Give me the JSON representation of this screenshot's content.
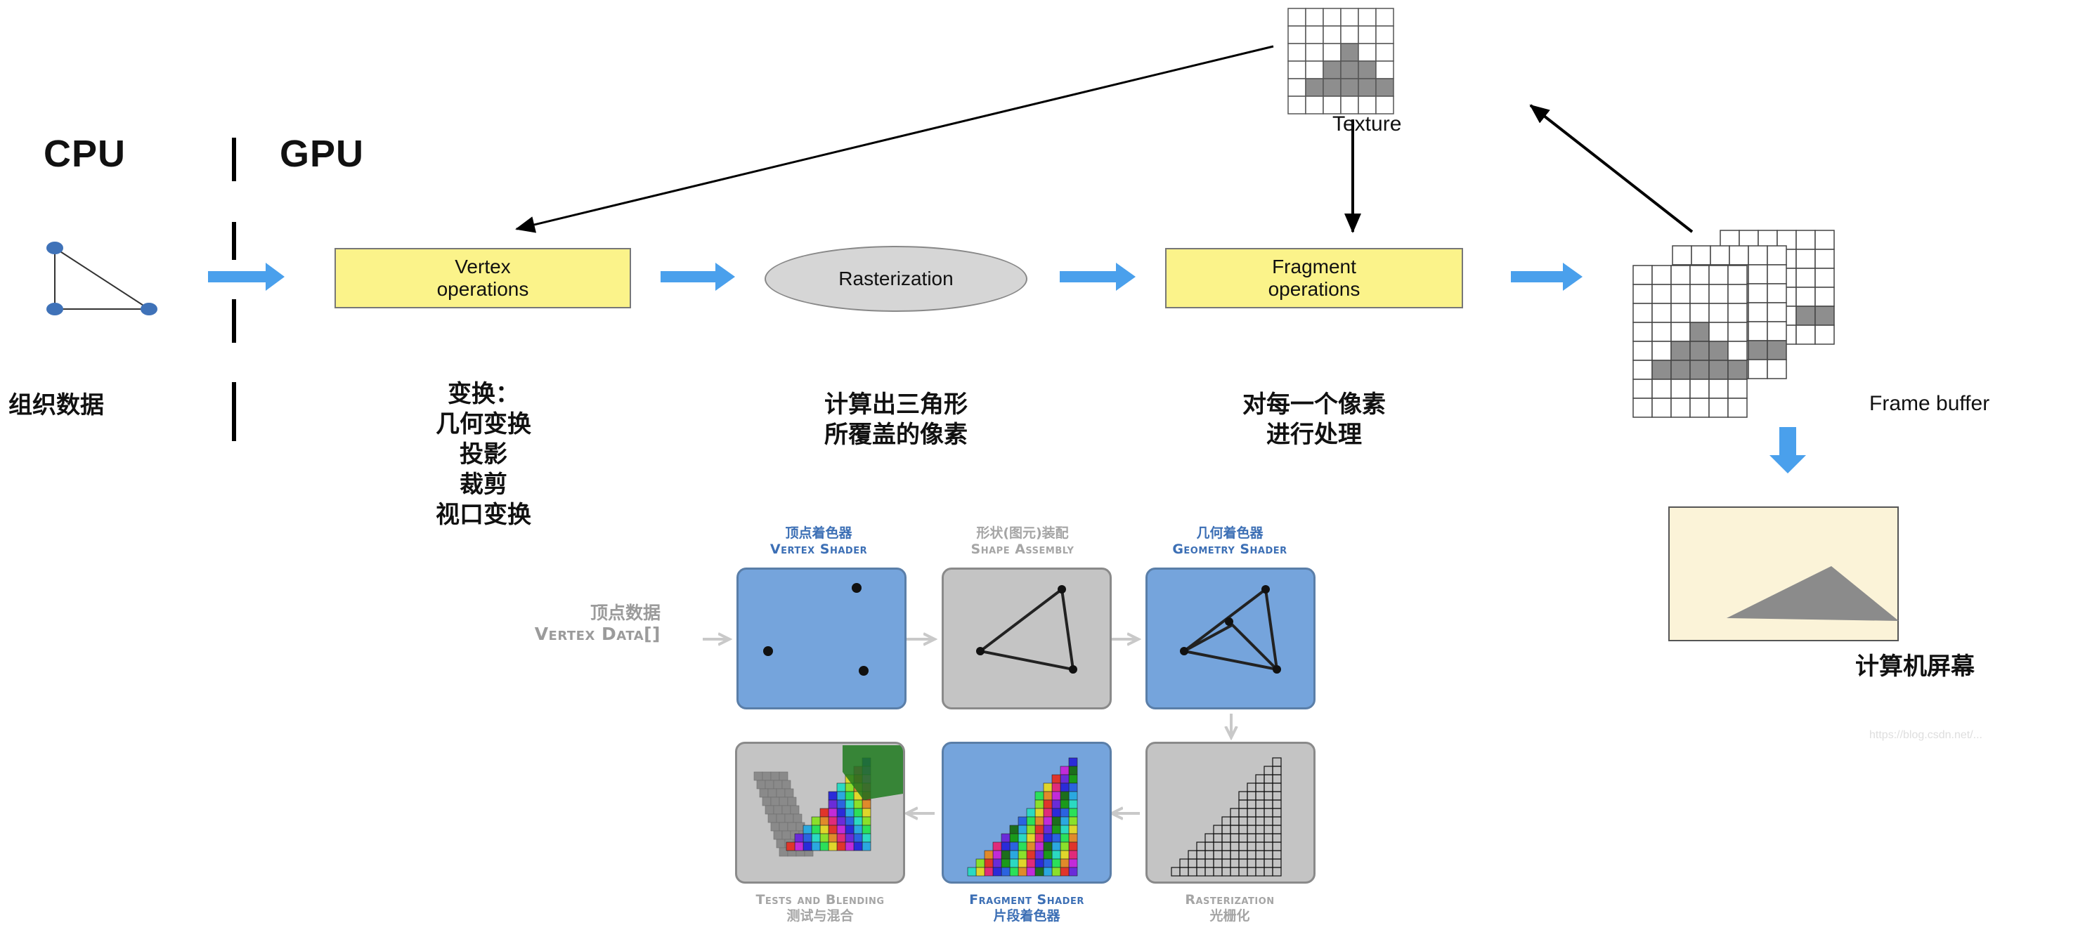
{
  "header": {
    "cpu": "CPU",
    "gpu": "GPU"
  },
  "cpu_side": {
    "label": "组织数据"
  },
  "pipeline": {
    "vertex_box": "Vertex\noperations",
    "vertex_desc": "变换：\n几何变换\n投影\n裁剪\n视口变换",
    "raster_box": "Rasterization",
    "raster_desc": "计算出三角形\n所覆盖的像素",
    "fragment_box": "Fragment\noperations",
    "fragment_desc": "对每一个像素\n进行处理"
  },
  "texture": {
    "label": "Texture"
  },
  "framebuffer": {
    "label": "Frame buffer"
  },
  "screen": {
    "label": "计算机屏幕"
  },
  "opengl": {
    "input_cn": "顶点数据",
    "input_en": "Vertex Data[]",
    "stages": [
      {
        "cn": "顶点着色器",
        "en": "Vertex Shader"
      },
      {
        "cn": "形状(图元)装配",
        "en": "Shape Assembly"
      },
      {
        "cn": "几何着色器",
        "en": "Geometry Shader"
      },
      {
        "cn": "光栅化",
        "en": "Rasterization"
      },
      {
        "cn": "片段着色器",
        "en": "Fragment Shader"
      },
      {
        "cn": "测试与混合",
        "en": "Tests and Blending"
      }
    ]
  },
  "watermark": "https://blog.csdn.net/..."
}
